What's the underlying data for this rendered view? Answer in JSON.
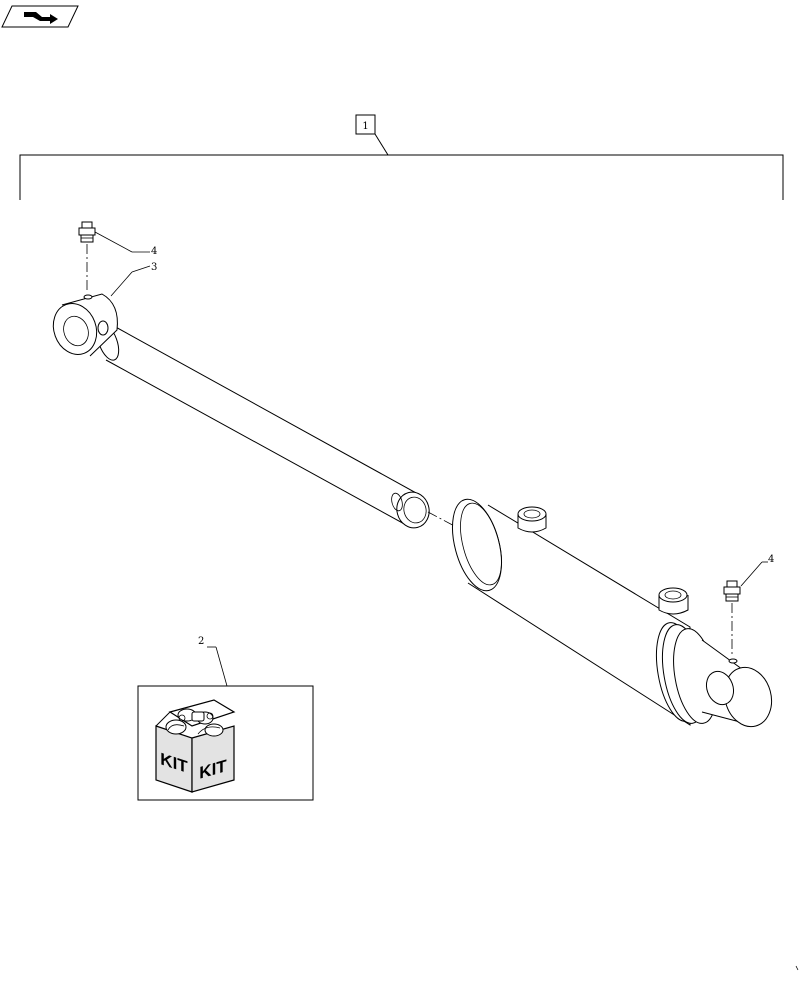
{
  "nav": {
    "icon": "page-turn-arrow-icon"
  },
  "assembly": {
    "label": "1"
  },
  "callouts": {
    "kit": "2",
    "rod_eye": "3",
    "grease_fitting_top": "4",
    "grease_fitting_bottom": "4"
  },
  "kit_box": {
    "label_left": "KIT",
    "label_right": "KIT"
  }
}
